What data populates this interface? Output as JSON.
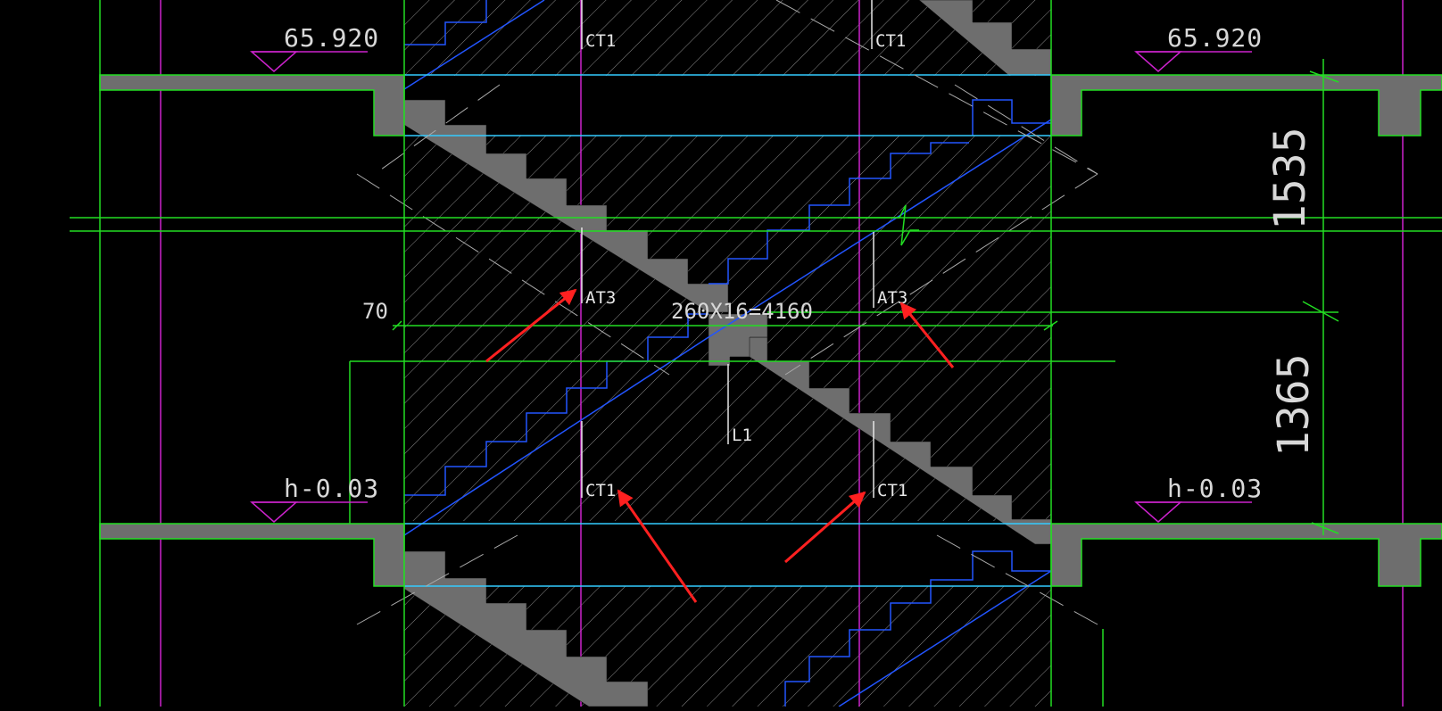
{
  "elevations": {
    "top_left": "65.920",
    "top_right": "65.920",
    "bottom_left": "h-0.03",
    "bottom_right": "h-0.03"
  },
  "labels": {
    "ct1_top_left": "CT1",
    "ct1_top_right": "CT1",
    "at3_left": "AT3",
    "at3_right": "AT3",
    "ct1_bottom_left": "CT1",
    "ct1_bottom_right": "CT1",
    "beam": "L1",
    "step_spec": "260X16=4160"
  },
  "dimensions": {
    "side_offset": "70",
    "upper_height": "1535",
    "lower_height": "1365"
  },
  "colors": {
    "background": "#000000",
    "structure_line": "#22dd22",
    "concrete_fill": "#6e6e6e",
    "axis_line": "#cc22cc",
    "stair_line": "#2255ff",
    "landing_line": "#33ccff",
    "hatch": "#9a9a9a",
    "annotation_arrow": "#ff2020"
  }
}
